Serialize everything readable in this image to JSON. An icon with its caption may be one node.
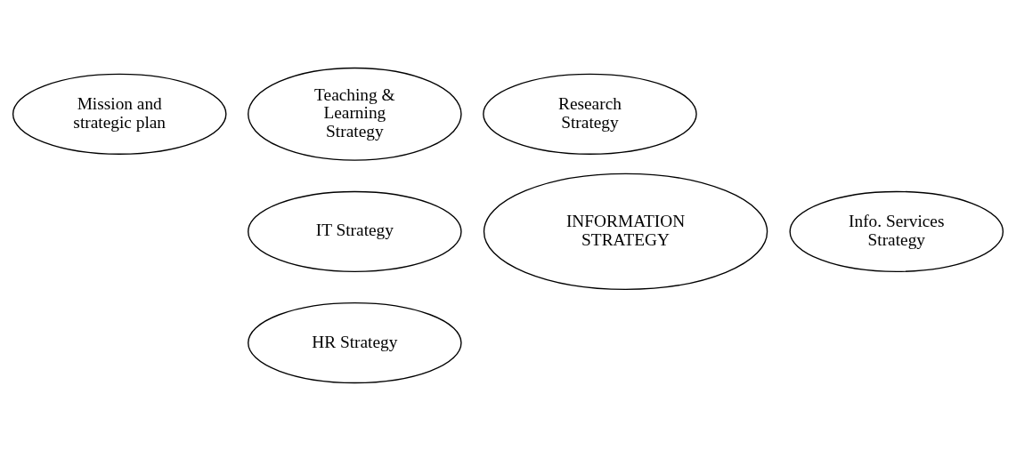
{
  "diagram": {
    "nodes": [
      {
        "text": [
          "Mission and strategic plan"
        ]
      },
      {
        "text": [
          "Teaching & Learning Strategy"
        ]
      },
      {
        "text": [
          "Research Strategy"
        ]
      },
      {
        "text": [
          "INFORMATION STRATEGY"
        ]
      },
      {
        "text": [
          "IT Strategy"
        ]
      },
      {
        "text": [
          "Info. Services Strategy"
        ]
      },
      {
        "text": [
          "HR Strategy"
        ]
      }
    ]
  }
}
